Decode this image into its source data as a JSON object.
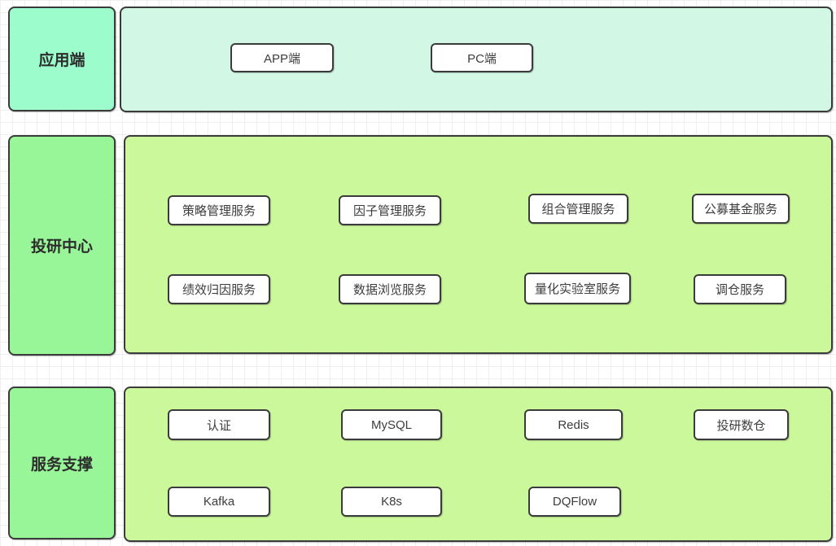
{
  "colors": {
    "application_label_fill": "#9dfccb",
    "application_container_fill": "#d2f8e5",
    "green_label_fill": "#98f598",
    "green_container_fill": "#ccf89c",
    "node_fill": "#ffffff",
    "border": "#3b3b3b",
    "text": "#333333",
    "grid_line": "#efefef"
  },
  "bands": [
    {
      "label": "应用端",
      "rows": [
        [
          "APP端",
          "PC端"
        ]
      ]
    },
    {
      "label": "投研中心",
      "rows": [
        [
          "策略管理服务",
          "因子管理服务",
          "组合管理服务",
          "公募基金服务"
        ],
        [
          "绩效归因服务",
          "数据浏览服务",
          "量化实验室服务",
          "调仓服务"
        ]
      ]
    },
    {
      "label": "服务支撑",
      "rows": [
        [
          "认证",
          "MySQL",
          "Redis",
          "投研数仓"
        ],
        [
          "Kafka",
          "K8s",
          "DQFlow"
        ]
      ]
    }
  ]
}
